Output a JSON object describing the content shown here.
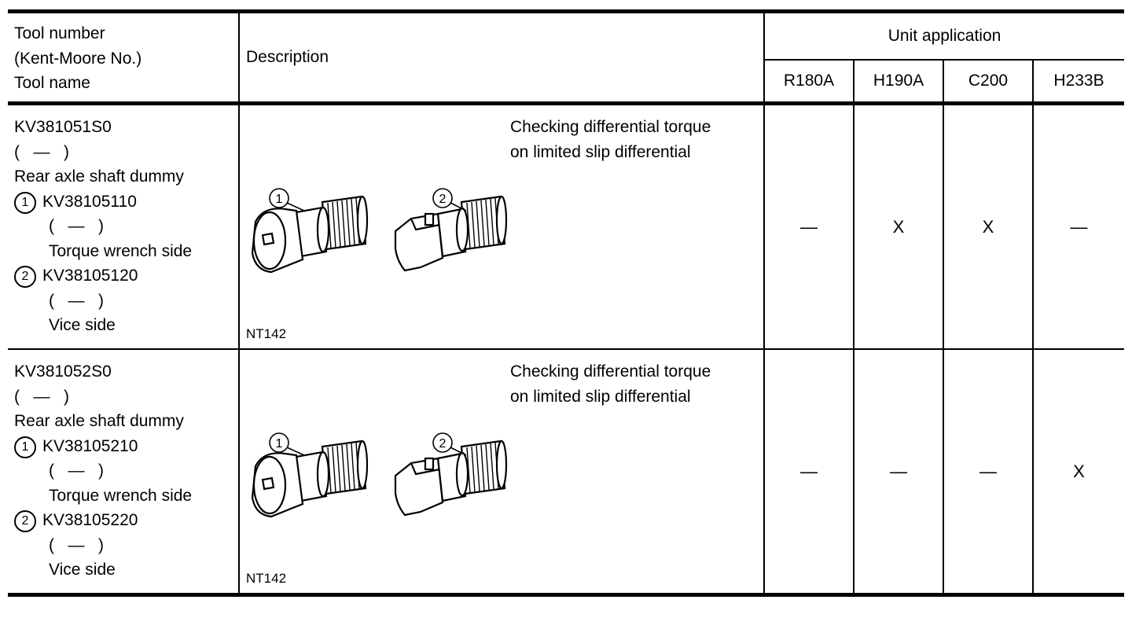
{
  "header": {
    "tool_col": [
      "Tool number",
      "(Kent-Moore No.)",
      "Tool name"
    ],
    "description": "Description",
    "unit_application": "Unit application",
    "units": [
      "R180A",
      "H190A",
      "C200",
      "H233B"
    ]
  },
  "rows": [
    {
      "tool_number": "KV381051S0",
      "kent_moore": "—",
      "tool_name": "Rear axle shaft dummy",
      "part1_marker": "1",
      "part1_number": "KV38105110",
      "part1_km": "—",
      "part1_name": "Torque wrench side",
      "part2_marker": "2",
      "part2_number": "KV38105120",
      "part2_km": "—",
      "part2_name": "Vice side",
      "purpose_line1": "Checking differential torque",
      "purpose_line2": "on limited slip differential",
      "illustration_code": "NT142",
      "callout1": "1",
      "callout2": "2",
      "applications": [
        "—",
        "X",
        "X",
        "—"
      ]
    },
    {
      "tool_number": "KV381052S0",
      "kent_moore": "—",
      "tool_name": "Rear axle shaft dummy",
      "part1_marker": "1",
      "part1_number": "KV38105210",
      "part1_km": "—",
      "part1_name": "Torque wrench side",
      "part2_marker": "2",
      "part2_number": "KV38105220",
      "part2_km": "—",
      "part2_name": "Vice side",
      "purpose_line1": "Checking differential torque",
      "purpose_line2": "on limited slip differential",
      "illustration_code": "NT142",
      "callout1": "1",
      "callout2": "2",
      "applications": [
        "—",
        "—",
        "—",
        "X"
      ]
    }
  ]
}
